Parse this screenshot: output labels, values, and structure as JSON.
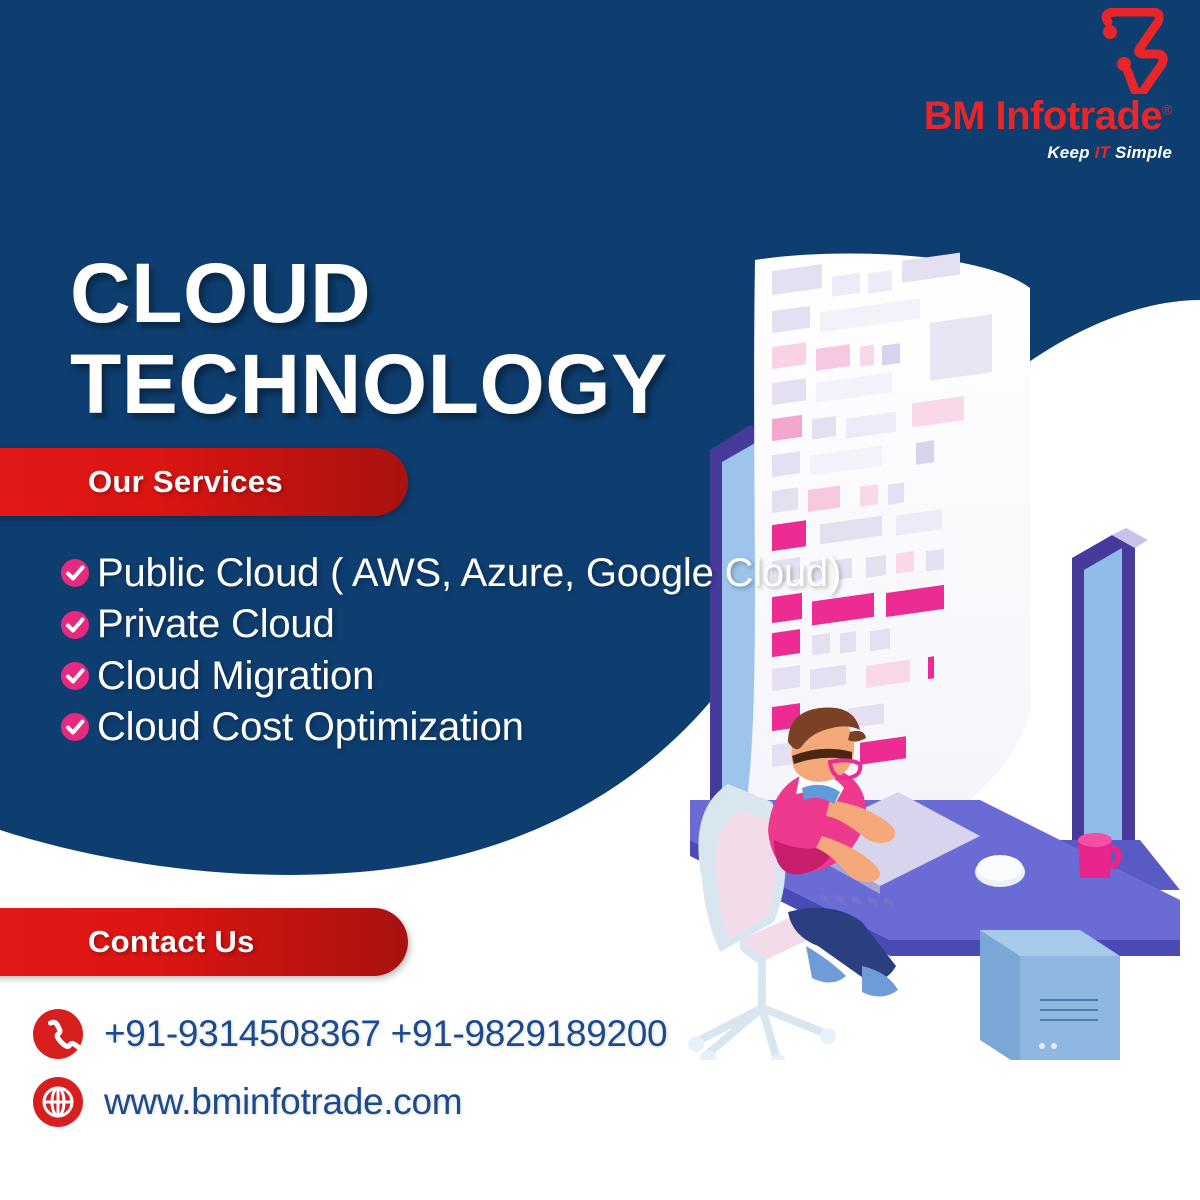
{
  "brand": {
    "logo_mark": "bm-zigzag-logo-icon",
    "name": "BM Infotrade",
    "registered_mark": "®",
    "tagline_prefix": "Keep ",
    "tagline_accent": "IT",
    "tagline_suffix": " Simple",
    "red": "#E8262A",
    "navy": "#0E3E70"
  },
  "headline": {
    "line1": "CLOUD",
    "line2": "TECHNOLOGY"
  },
  "services_banner": {
    "label": "Our Services"
  },
  "services": {
    "check_icon": "check-circle-icon",
    "items": [
      {
        "label": "Public Cloud ( AWS, Azure, Google Cloud)"
      },
      {
        "label": "Private Cloud"
      },
      {
        "label": "Cloud Migration"
      },
      {
        "label": "Cloud Cost Optimization"
      }
    ]
  },
  "contact_banner": {
    "label": "Contact Us"
  },
  "contact": {
    "rows": [
      {
        "icon": "phone-icon",
        "value": "+91-9314508367 +91-9829189200"
      },
      {
        "icon": "globe-icon",
        "value": "www.bminfotrade.com"
      }
    ]
  },
  "illustration": {
    "name": "isometric-man-at-desk-with-data-sheet",
    "colors": {
      "shirt": "#ED3A8E",
      "desk": "#6B6BD6",
      "monitor_bezel": "#463B9B",
      "screen": "#9DC4EB",
      "tower": "#7BA7D6",
      "mug": "#E8258C",
      "chair": "#D8E6F0",
      "pants": "#2B3E80",
      "hair": "#7A4124",
      "skin": "#F5A濃"
    }
  },
  "palette": {
    "background_navy": "#0E3E70",
    "background_white": "#FFFFFF",
    "banner_red_light": "#E31A17",
    "banner_red_dark": "#A81210",
    "check_pink": "#E82A7F",
    "contact_text_blue": "#1B4B8A",
    "icon_red": "#D81F20"
  }
}
